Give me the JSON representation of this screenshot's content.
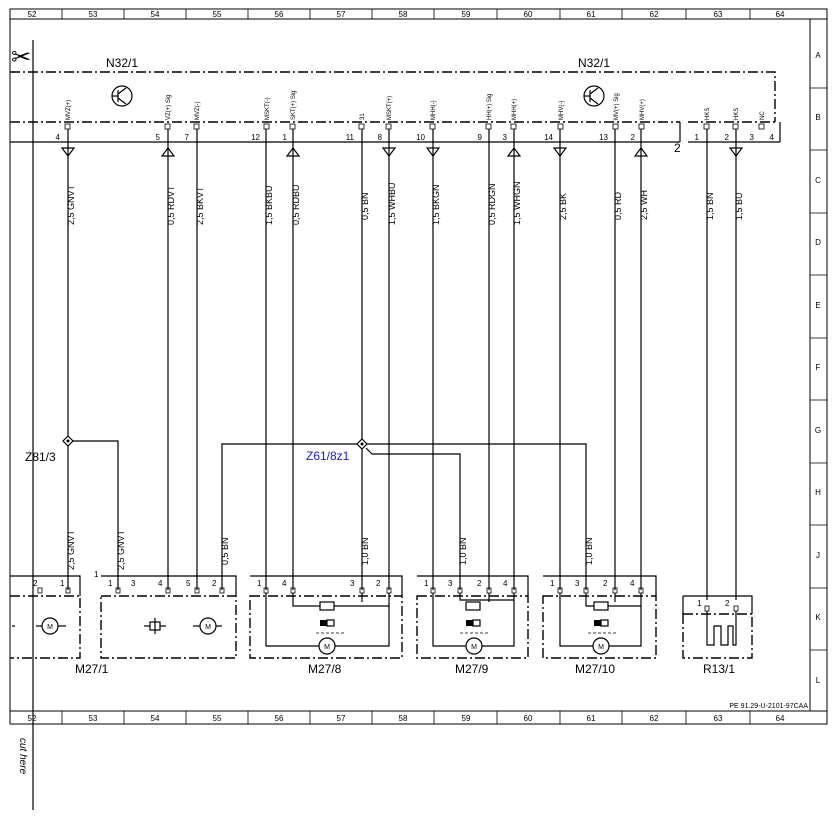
{
  "grid": {
    "columns": [
      "52",
      "53",
      "54",
      "55",
      "56",
      "57",
      "58",
      "59",
      "60",
      "61",
      "62",
      "63",
      "64"
    ],
    "rows": [
      "A",
      "B",
      "C",
      "D",
      "E",
      "F",
      "G",
      "H",
      "J",
      "K",
      "L"
    ]
  },
  "connectors": {
    "left": {
      "name": "N32/1",
      "pins": [
        {
          "num": "4",
          "signal": "MVZ(+)"
        },
        {
          "num": "5",
          "signal": "VZ(+) Sig"
        },
        {
          "num": "7",
          "signal": "MVZ(-)"
        },
        {
          "num": "12",
          "signal": "MSKT(-)"
        },
        {
          "num": "1",
          "signal": "SKT(+) Sig"
        },
        {
          "num": "11",
          "signal": "31"
        },
        {
          "num": "8",
          "signal": "MSKT(+)"
        },
        {
          "num": "10",
          "signal": "MHH(-)"
        }
      ]
    },
    "right": {
      "name": "N32/1",
      "pins": [
        {
          "num": "9",
          "signal": "HH(+) Sig"
        },
        {
          "num": "3",
          "signal": "MHH(+)"
        },
        {
          "num": "14",
          "signal": "MHV(-)"
        },
        {
          "num": "13",
          "signal": "MV(+) Sig"
        },
        {
          "num": "2",
          "signal": "MHV(+)"
        }
      ]
    },
    "hks": {
      "num": "2",
      "pins": [
        {
          "num": "1",
          "signal": "HKS"
        },
        {
          "num": "2",
          "signal": "HKS"
        },
        {
          "num": "3",
          "signal": "NC"
        },
        {
          "num": "4",
          "signal": ""
        }
      ]
    }
  },
  "wires": [
    "2,5 GNVT",
    "0,5 RDVT",
    "2,5 BKVT",
    "1,5 BKBU",
    "0,5 RDBU",
    "0,5 BN",
    "1,5 WHBU",
    "1,5 BKGN",
    "0,5 RDGN",
    "1,5 WHGN",
    "2,5 BK",
    "0,5 RD",
    "2,5 WH",
    "1,5 BN",
    "1,5 BU"
  ],
  "lower_wires": [
    "2,5 GNVT",
    "2,5 GNVT",
    "0,5 BN",
    "1,0 BN",
    "1,0 BN",
    "1,0 BN"
  ],
  "splices": {
    "z81": "Z81/3",
    "z61": "Z61/8z1"
  },
  "components": {
    "m27_1": {
      "name": "M27/1",
      "pins": [
        "2",
        "1"
      ]
    },
    "m27_1b": {
      "pins": [
        "1",
        "1",
        "3",
        "4",
        "5",
        "2"
      ]
    },
    "m27_8": {
      "name": "M27/8",
      "pins": [
        "1",
        "4",
        "3",
        "2"
      ]
    },
    "m27_9": {
      "name": "M27/9",
      "pins": [
        "1",
        "3",
        "2",
        "4"
      ]
    },
    "m27_10": {
      "name": "M27/10",
      "pins": [
        "1",
        "3",
        "2",
        "4"
      ]
    },
    "r13_1": {
      "name": "R13/1",
      "pins": [
        "1",
        "2"
      ]
    }
  },
  "motor_symbol": "M",
  "doc_id": "PE 91.29-U-2101-97CAA",
  "cut_here": "cut here"
}
